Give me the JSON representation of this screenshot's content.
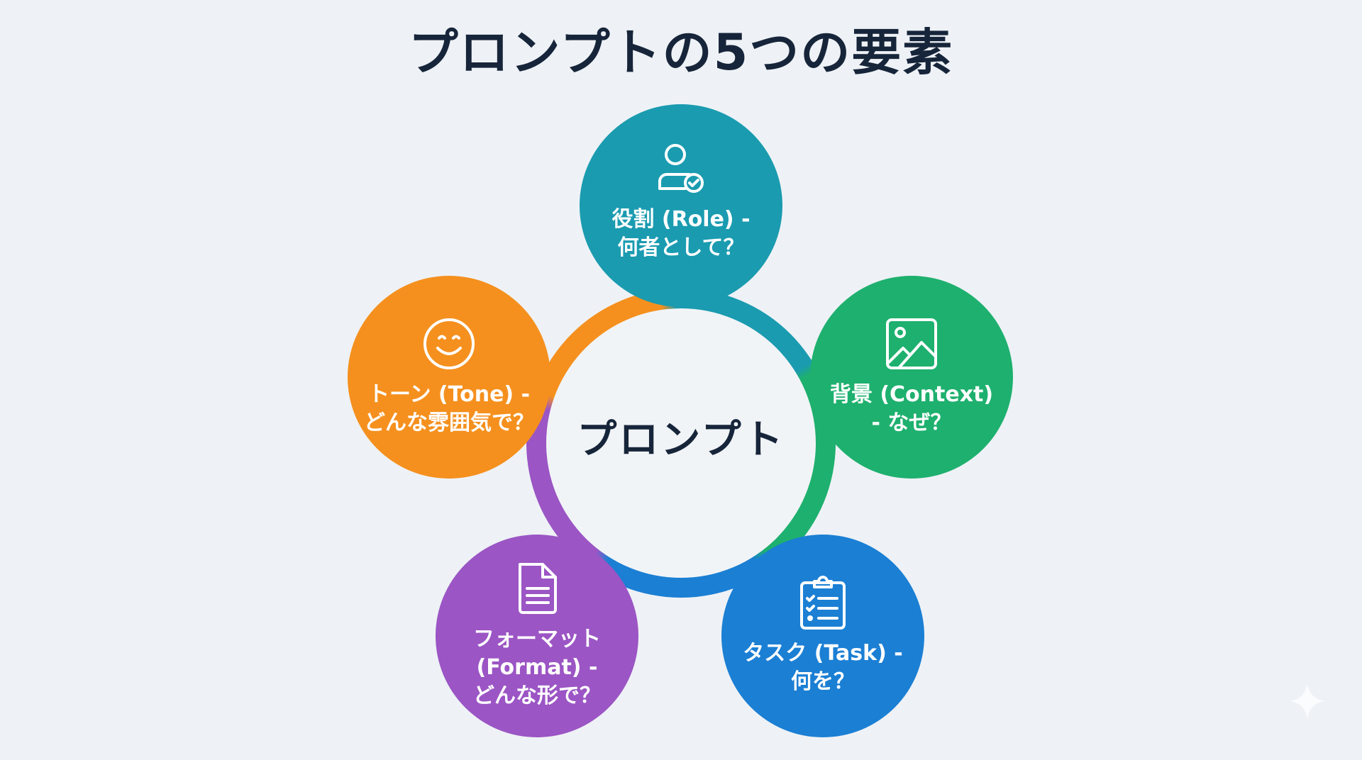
{
  "title": "プロンプトの5つの要素",
  "center": {
    "label": "プロンプト"
  },
  "colors": {
    "role": "#1a9bb0",
    "context": "#1eb06e",
    "task": "#1b7fd4",
    "format": "#9b55c4",
    "tone": "#f5901e",
    "title_text": "#17253a",
    "background": "#eef2f6"
  },
  "elements": [
    {
      "key": "role",
      "icon": "user-check-icon",
      "label": "役割 (Role) -\n何者として？"
    },
    {
      "key": "context",
      "icon": "image-icon",
      "label": "背景 (Context)\n- なぜ？"
    },
    {
      "key": "task",
      "icon": "clipboard-checklist-icon",
      "label": "タスク (Task) -\n何を？"
    },
    {
      "key": "format",
      "icon": "document-icon",
      "label": "フォーマット\n(Format) -\nどんな形で？"
    },
    {
      "key": "tone",
      "icon": "smiley-icon",
      "label": "トーン (Tone) -\nどんな雰囲気で？"
    }
  ],
  "watermark": {
    "icon": "sparkle-icon"
  }
}
